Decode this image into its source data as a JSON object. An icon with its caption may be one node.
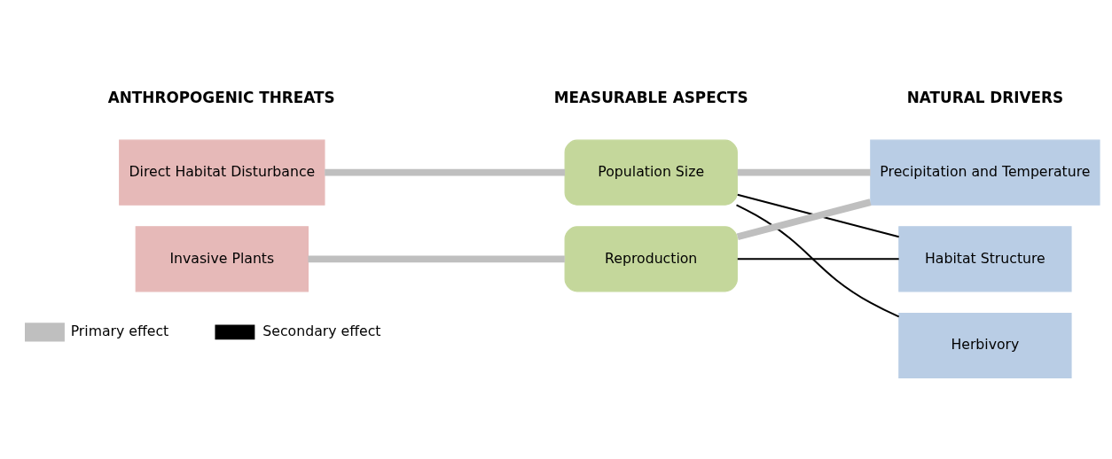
{
  "diagram": {
    "nodes": [
      {
        "text": [
          "Direct Habitat Disturbance"
        ]
      },
      {
        "text": [
          "Invasive Plants"
        ]
      },
      {
        "text": [
          "Population Size"
        ]
      },
      {
        "text": [
          "Reproduction"
        ]
      },
      {
        "text": [
          "Precipitation and Temperature"
        ]
      },
      {
        "text": [
          "Habitat Structure"
        ]
      },
      {
        "text": [
          "Herbivory"
        ]
      }
    ],
    "edges": [
      {
        "from": 0,
        "to": 2,
        "arrow": "none"
      },
      {
        "from": 1,
        "to": 3,
        "arrow": "none"
      },
      {
        "from": 2,
        "to": 4,
        "arrow": "none"
      },
      {
        "from": 3,
        "to": 4,
        "arrow": "none"
      },
      {
        "from": 2,
        "to": 5,
        "arrow": "none",
        "color": "#000000"
      },
      {
        "from": 2,
        "to": 6,
        "arrow": "none",
        "color": "#000000"
      },
      {
        "from": 3,
        "to": 5,
        "arrow": "none",
        "color": "#000000"
      }
    ],
    "labels": [
      "ANTHROPOGENIC THREATS",
      "MEASURABLE ASPECTS",
      "NATURAL DRIVERS"
    ],
    "legend": [
      {
        "text": "Primary effect",
        "color": "#bfbfbf"
      },
      {
        "text": "Secondary effect"
      }
    ]
  }
}
